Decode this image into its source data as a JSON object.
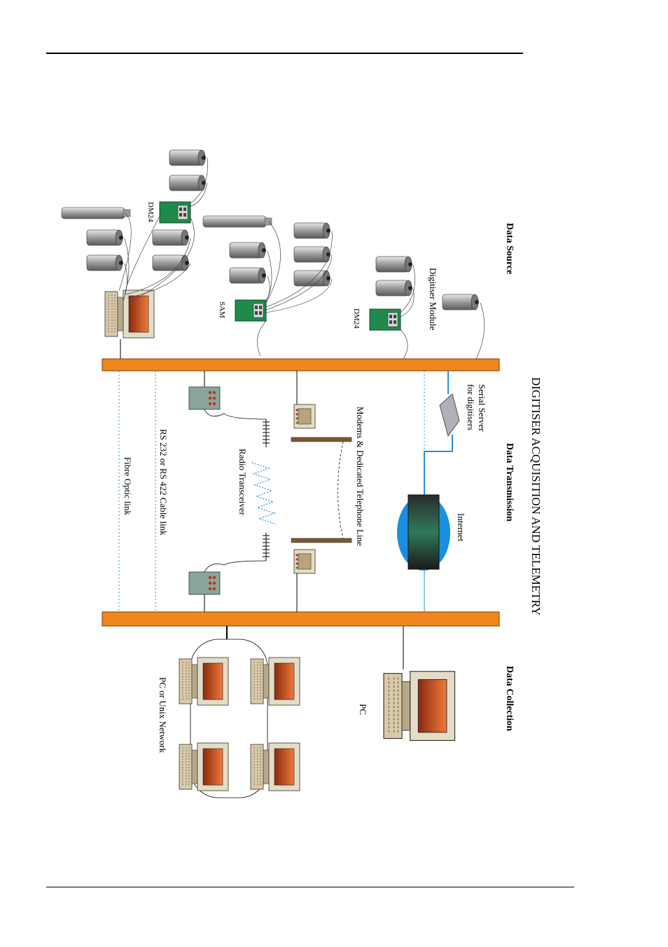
{
  "diagram": {
    "title": "DIGITISER ACQUISITION AND TELEMETRY",
    "sections": {
      "data_source": "Data Source",
      "data_transmission": "Data Transmission",
      "data_collection": "Data Collection"
    },
    "labels": {
      "dm24_top": "DM24",
      "sam": "SAM",
      "dm24_right": "DM24",
      "digitiser_module": "Digitiser Module",
      "serial_server_1": "Serial Server",
      "serial_server_2": "for digitisers",
      "internet": "Internet",
      "modems": "Modems & Dedicated Telephone Line",
      "radio": "Radio Transceiver",
      "rs232": "RS 232 or RS 422 Cable link",
      "fibre": "Fibre Optic link",
      "pc": "PC",
      "network": "PC or Unix Network"
    },
    "colors": {
      "bus": "#f0861e",
      "digitiser_green": "#1f8a4c",
      "link_blue": "#2a8fd8",
      "screen_red": "#d24a1a",
      "globe_blue": "#1a8fe0"
    }
  }
}
